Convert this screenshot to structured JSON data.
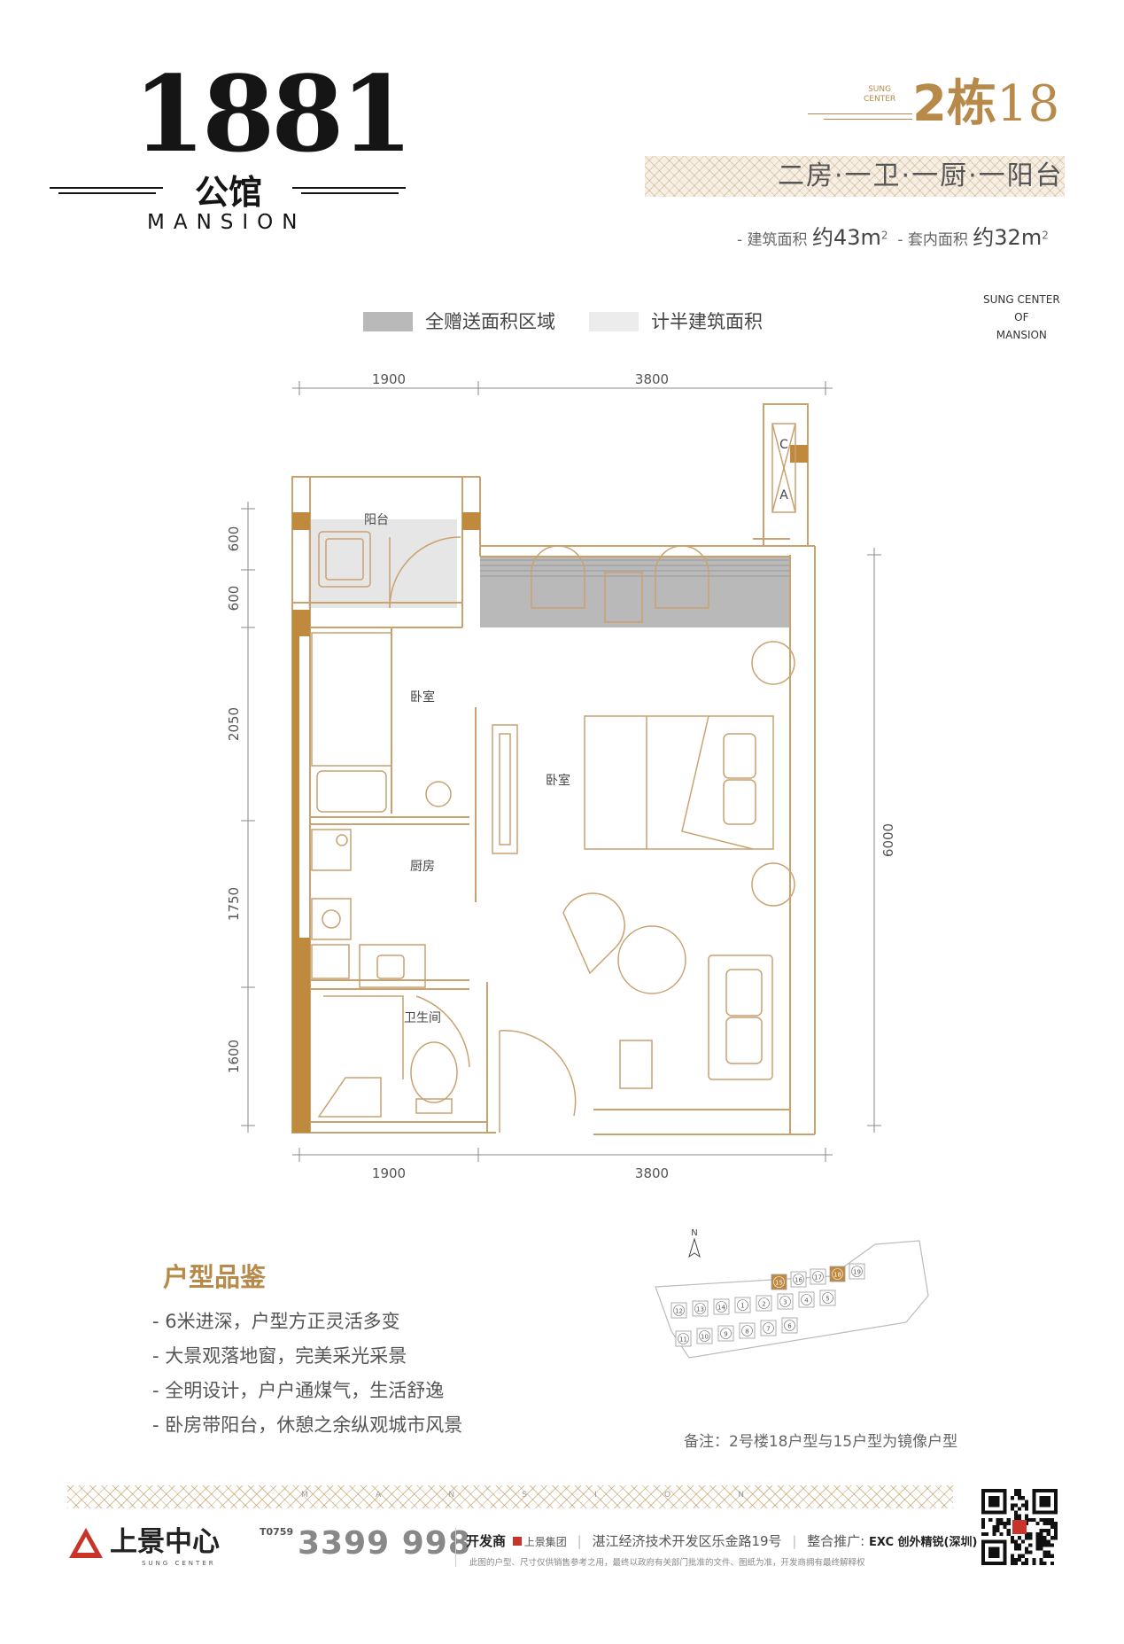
{
  "logo": {
    "number": "1881",
    "cn": "公馆",
    "en": "MANSION"
  },
  "unit": {
    "sung_small": [
      "SUNG",
      "CENTER"
    ],
    "building": "2栋",
    "number": "18",
    "type": "二房·一卫·一厨·一阳台",
    "gross_label": "- 建筑面积",
    "gross_value": "约43m",
    "net_label": "- 套内面积",
    "net_value": "约32m",
    "superscript": "2"
  },
  "sung_right": [
    "SUNG CENTER",
    "OF",
    "MANSION"
  ],
  "legend": [
    {
      "label": "全赠送面积区域",
      "color": "#b9b9b9"
    },
    {
      "label": "计半建筑面积",
      "color": "#ececec"
    }
  ],
  "plan": {
    "dims_top": [
      "1900",
      "3800"
    ],
    "dims_bottom": [
      "1900",
      "3800"
    ],
    "dims_left": [
      "600",
      "600",
      "2050",
      "1750",
      "1600"
    ],
    "dims_right": [
      "6000"
    ],
    "rooms": {
      "balcony": "阳台",
      "bedroom_small": "卧室",
      "bedroom_main": "卧室",
      "kitchen": "厨房",
      "bathroom": "卫生间",
      "compass_n": "N",
      "shaft_a": "A",
      "shaft_c": "C"
    },
    "colors": {
      "wall": "#c9a270",
      "accent": "#c08a3e",
      "gift": "#b9b9b9",
      "half": "#ececec"
    }
  },
  "features": {
    "title": "户型品鉴",
    "items": [
      "- 6米进深，户型方正灵活多变",
      "- 大景观落地窗，完美采光采景",
      "- 全明设计，户户通煤气，生活舒逸",
      "- 卧房带阳台，休憩之余纵观城市风景"
    ]
  },
  "siteplan": {
    "compass": "N",
    "units_top": [
      "15",
      "16",
      "17",
      "18",
      "19"
    ],
    "units_mid": [
      "12",
      "13",
      "14",
      "1",
      "2",
      "3",
      "4",
      "5"
    ],
    "units_bot": [
      "11",
      "10",
      "9",
      "8",
      "7",
      "6"
    ],
    "highlighted": [
      "15",
      "18"
    ]
  },
  "note": "备注：2号楼18户型与15户型为镜像户型",
  "footer": {
    "mansion_letters": [
      "M",
      "A",
      "N",
      "S",
      "I",
      "O",
      "N"
    ],
    "brand": "上景中心",
    "brand_sub": "SUNG CENTER",
    "tel_prefix": "T0759",
    "tel": "3399 998",
    "developer_label": "开发商",
    "developer_name": "上景集团",
    "address": "湛江经济技术开发区乐金路19号",
    "agent_label": "整合推广:",
    "agent_name": "EXC 创外精锐(深圳)",
    "disclaimer": "此图的户型、尺寸仅供销售参考之用，最终以政府有关部门批准的文件、图纸为准，开发商拥有最终解释权"
  }
}
